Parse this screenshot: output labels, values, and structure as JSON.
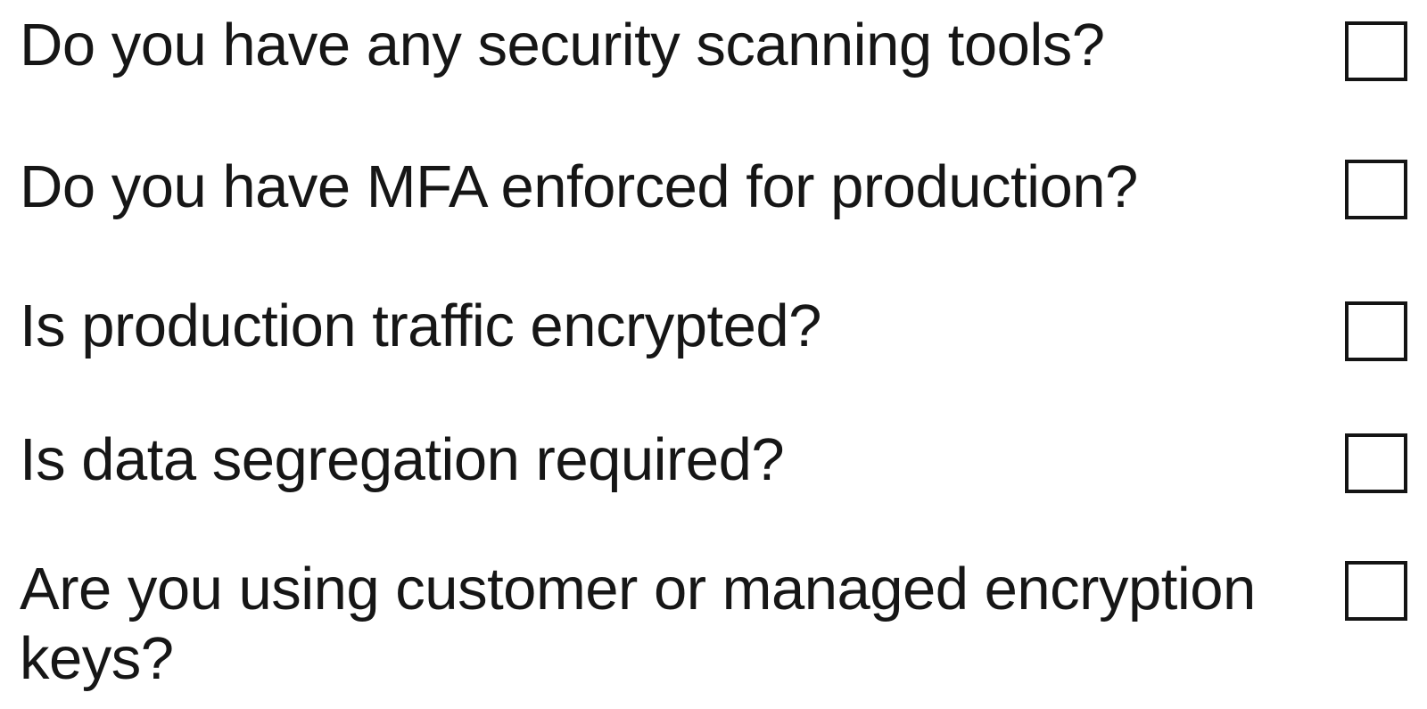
{
  "checklist": {
    "name": "security-questionnaire",
    "items": [
      {
        "question": "Do you have any security scanning tools?",
        "checked": false
      },
      {
        "question": "Do you have MFA enforced for production?",
        "checked": false
      },
      {
        "question": "Is production traffic encrypted?",
        "checked": false
      },
      {
        "question": "Is data segregation required?",
        "checked": false
      },
      {
        "question": "Are you using customer or managed encryption keys?",
        "checked": false
      }
    ]
  },
  "colors": {
    "text": "#161616",
    "checkbox_border": "#141414",
    "background": "#ffffff"
  }
}
